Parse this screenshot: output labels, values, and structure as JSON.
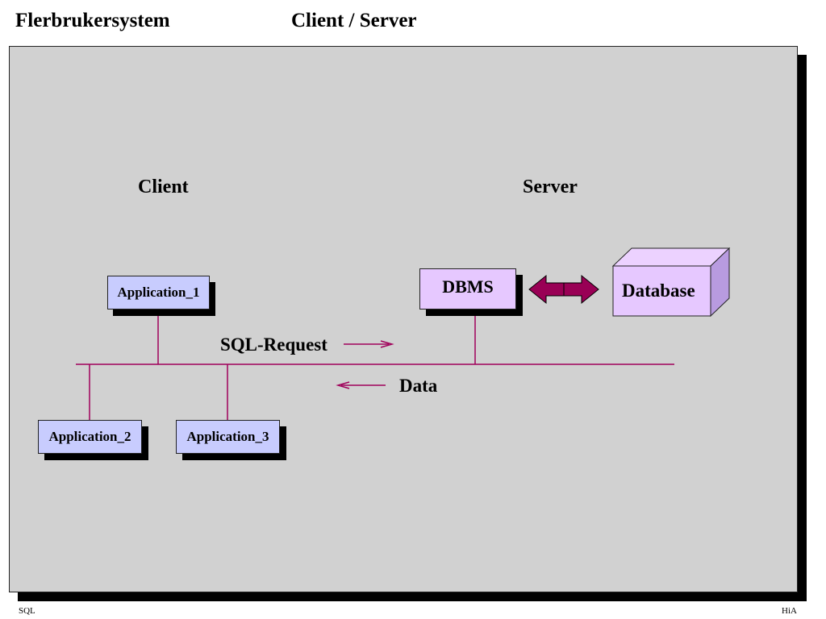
{
  "header": {
    "left_title": "Flerbrukersystem",
    "right_title": "Client / Server"
  },
  "diagram": {
    "client_label": "Client",
    "server_label": "Server",
    "applications": [
      "Application_1",
      "Application_2",
      "Application_3"
    ],
    "dbms_label": "DBMS",
    "database_label": "Database",
    "request_label": "SQL-Request",
    "response_label": "Data"
  },
  "footer": {
    "left": "SQL",
    "right": "HiA"
  },
  "colors": {
    "panel": "#d1d1d1",
    "application_fill": "#c8ccfe",
    "dbms_fill": "#e6c8ff",
    "connector": "#a0005a",
    "double_arrow": "#990055"
  }
}
